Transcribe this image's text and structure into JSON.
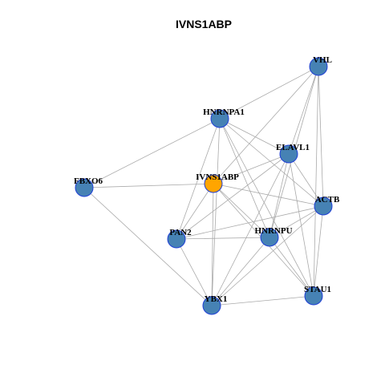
{
  "title": "IVNS1ABP",
  "colors": {
    "node_default": "#4682B4",
    "node_default_border": "#1F3FD6",
    "node_center": "#FFA500",
    "node_center_border": "#1F3FD6",
    "edge": "#AAAAAA"
  },
  "nodes": [
    {
      "id": "VHL",
      "label": "VHL",
      "center": false
    },
    {
      "id": "HNRNPA1",
      "label": "HNRNPA1",
      "center": false
    },
    {
      "id": "ELAVL1",
      "label": "ELAVL1",
      "center": false
    },
    {
      "id": "IVNS1ABP",
      "label": "IVNS1ABP",
      "center": true
    },
    {
      "id": "FBXO6",
      "label": "FBXO6",
      "center": false
    },
    {
      "id": "ACTB",
      "label": "ACTB",
      "center": false
    },
    {
      "id": "PAN2",
      "label": "PAN2",
      "center": false
    },
    {
      "id": "HNRNPU",
      "label": "HNRNPU",
      "center": false
    },
    {
      "id": "STAU1",
      "label": "STAU1",
      "center": false
    },
    {
      "id": "YBX1",
      "label": "YBX1",
      "center": false
    }
  ],
  "edges": [
    [
      "VHL",
      "HNRNPA1"
    ],
    [
      "VHL",
      "ELAVL1"
    ],
    [
      "VHL",
      "IVNS1ABP"
    ],
    [
      "VHL",
      "ACTB"
    ],
    [
      "VHL",
      "HNRNPU"
    ],
    [
      "VHL",
      "STAU1"
    ],
    [
      "HNRNPA1",
      "FBXO6"
    ],
    [
      "HNRNPA1",
      "ELAVL1"
    ],
    [
      "HNRNPA1",
      "ACTB"
    ],
    [
      "HNRNPA1",
      "PAN2"
    ],
    [
      "HNRNPA1",
      "HNRNPU"
    ],
    [
      "HNRNPA1",
      "STAU1"
    ],
    [
      "HNRNPA1",
      "YBX1"
    ],
    [
      "ELAVL1",
      "IVNS1ABP"
    ],
    [
      "ELAVL1",
      "ACTB"
    ],
    [
      "ELAVL1",
      "PAN2"
    ],
    [
      "ELAVL1",
      "HNRNPU"
    ],
    [
      "ELAVL1",
      "STAU1"
    ],
    [
      "ELAVL1",
      "YBX1"
    ],
    [
      "IVNS1ABP",
      "FBXO6"
    ],
    [
      "IVNS1ABP",
      "ACTB"
    ],
    [
      "IVNS1ABP",
      "PAN2"
    ],
    [
      "IVNS1ABP",
      "HNRNPU"
    ],
    [
      "IVNS1ABP",
      "STAU1"
    ],
    [
      "IVNS1ABP",
      "YBX1"
    ],
    [
      "FBXO6",
      "YBX1"
    ],
    [
      "ACTB",
      "PAN2"
    ],
    [
      "ACTB",
      "HNRNPU"
    ],
    [
      "ACTB",
      "STAU1"
    ],
    [
      "ACTB",
      "YBX1"
    ],
    [
      "PAN2",
      "HNRNPU"
    ],
    [
      "PAN2",
      "YBX1"
    ],
    [
      "HNRNPU",
      "STAU1"
    ],
    [
      "HNRNPU",
      "YBX1"
    ],
    [
      "STAU1",
      "YBX1"
    ]
  ]
}
